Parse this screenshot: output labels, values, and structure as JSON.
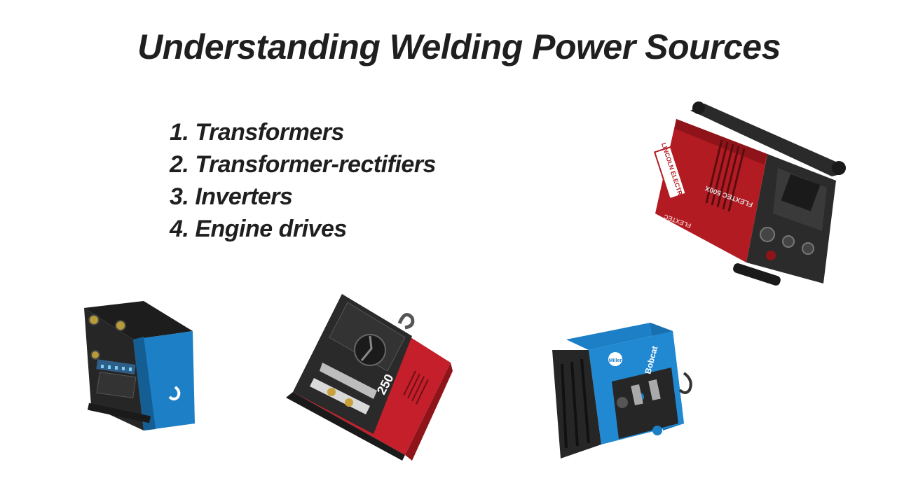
{
  "slide": {
    "title": "Understanding Welding Power Sources",
    "items": [
      {
        "number": "1.",
        "label": "Transformers"
      },
      {
        "number": "2.",
        "label": "Transformer-rectifiers"
      },
      {
        "number": "3.",
        "label": "Inverters"
      },
      {
        "number": "4.",
        "label": "Engine drives"
      }
    ]
  },
  "machines": {
    "lincoln": {
      "brand": "LINCOLN ELECTRIC",
      "model": "FLEXTEC 500X",
      "side": "FLEXTEC"
    },
    "transformer": {
      "model": "250"
    },
    "miller": {
      "brand": "Miller",
      "model": "Bobcat"
    }
  },
  "colors": {
    "lincoln_red": "#b31b22",
    "blue": "#1d7fc6",
    "dark": "#222222"
  }
}
